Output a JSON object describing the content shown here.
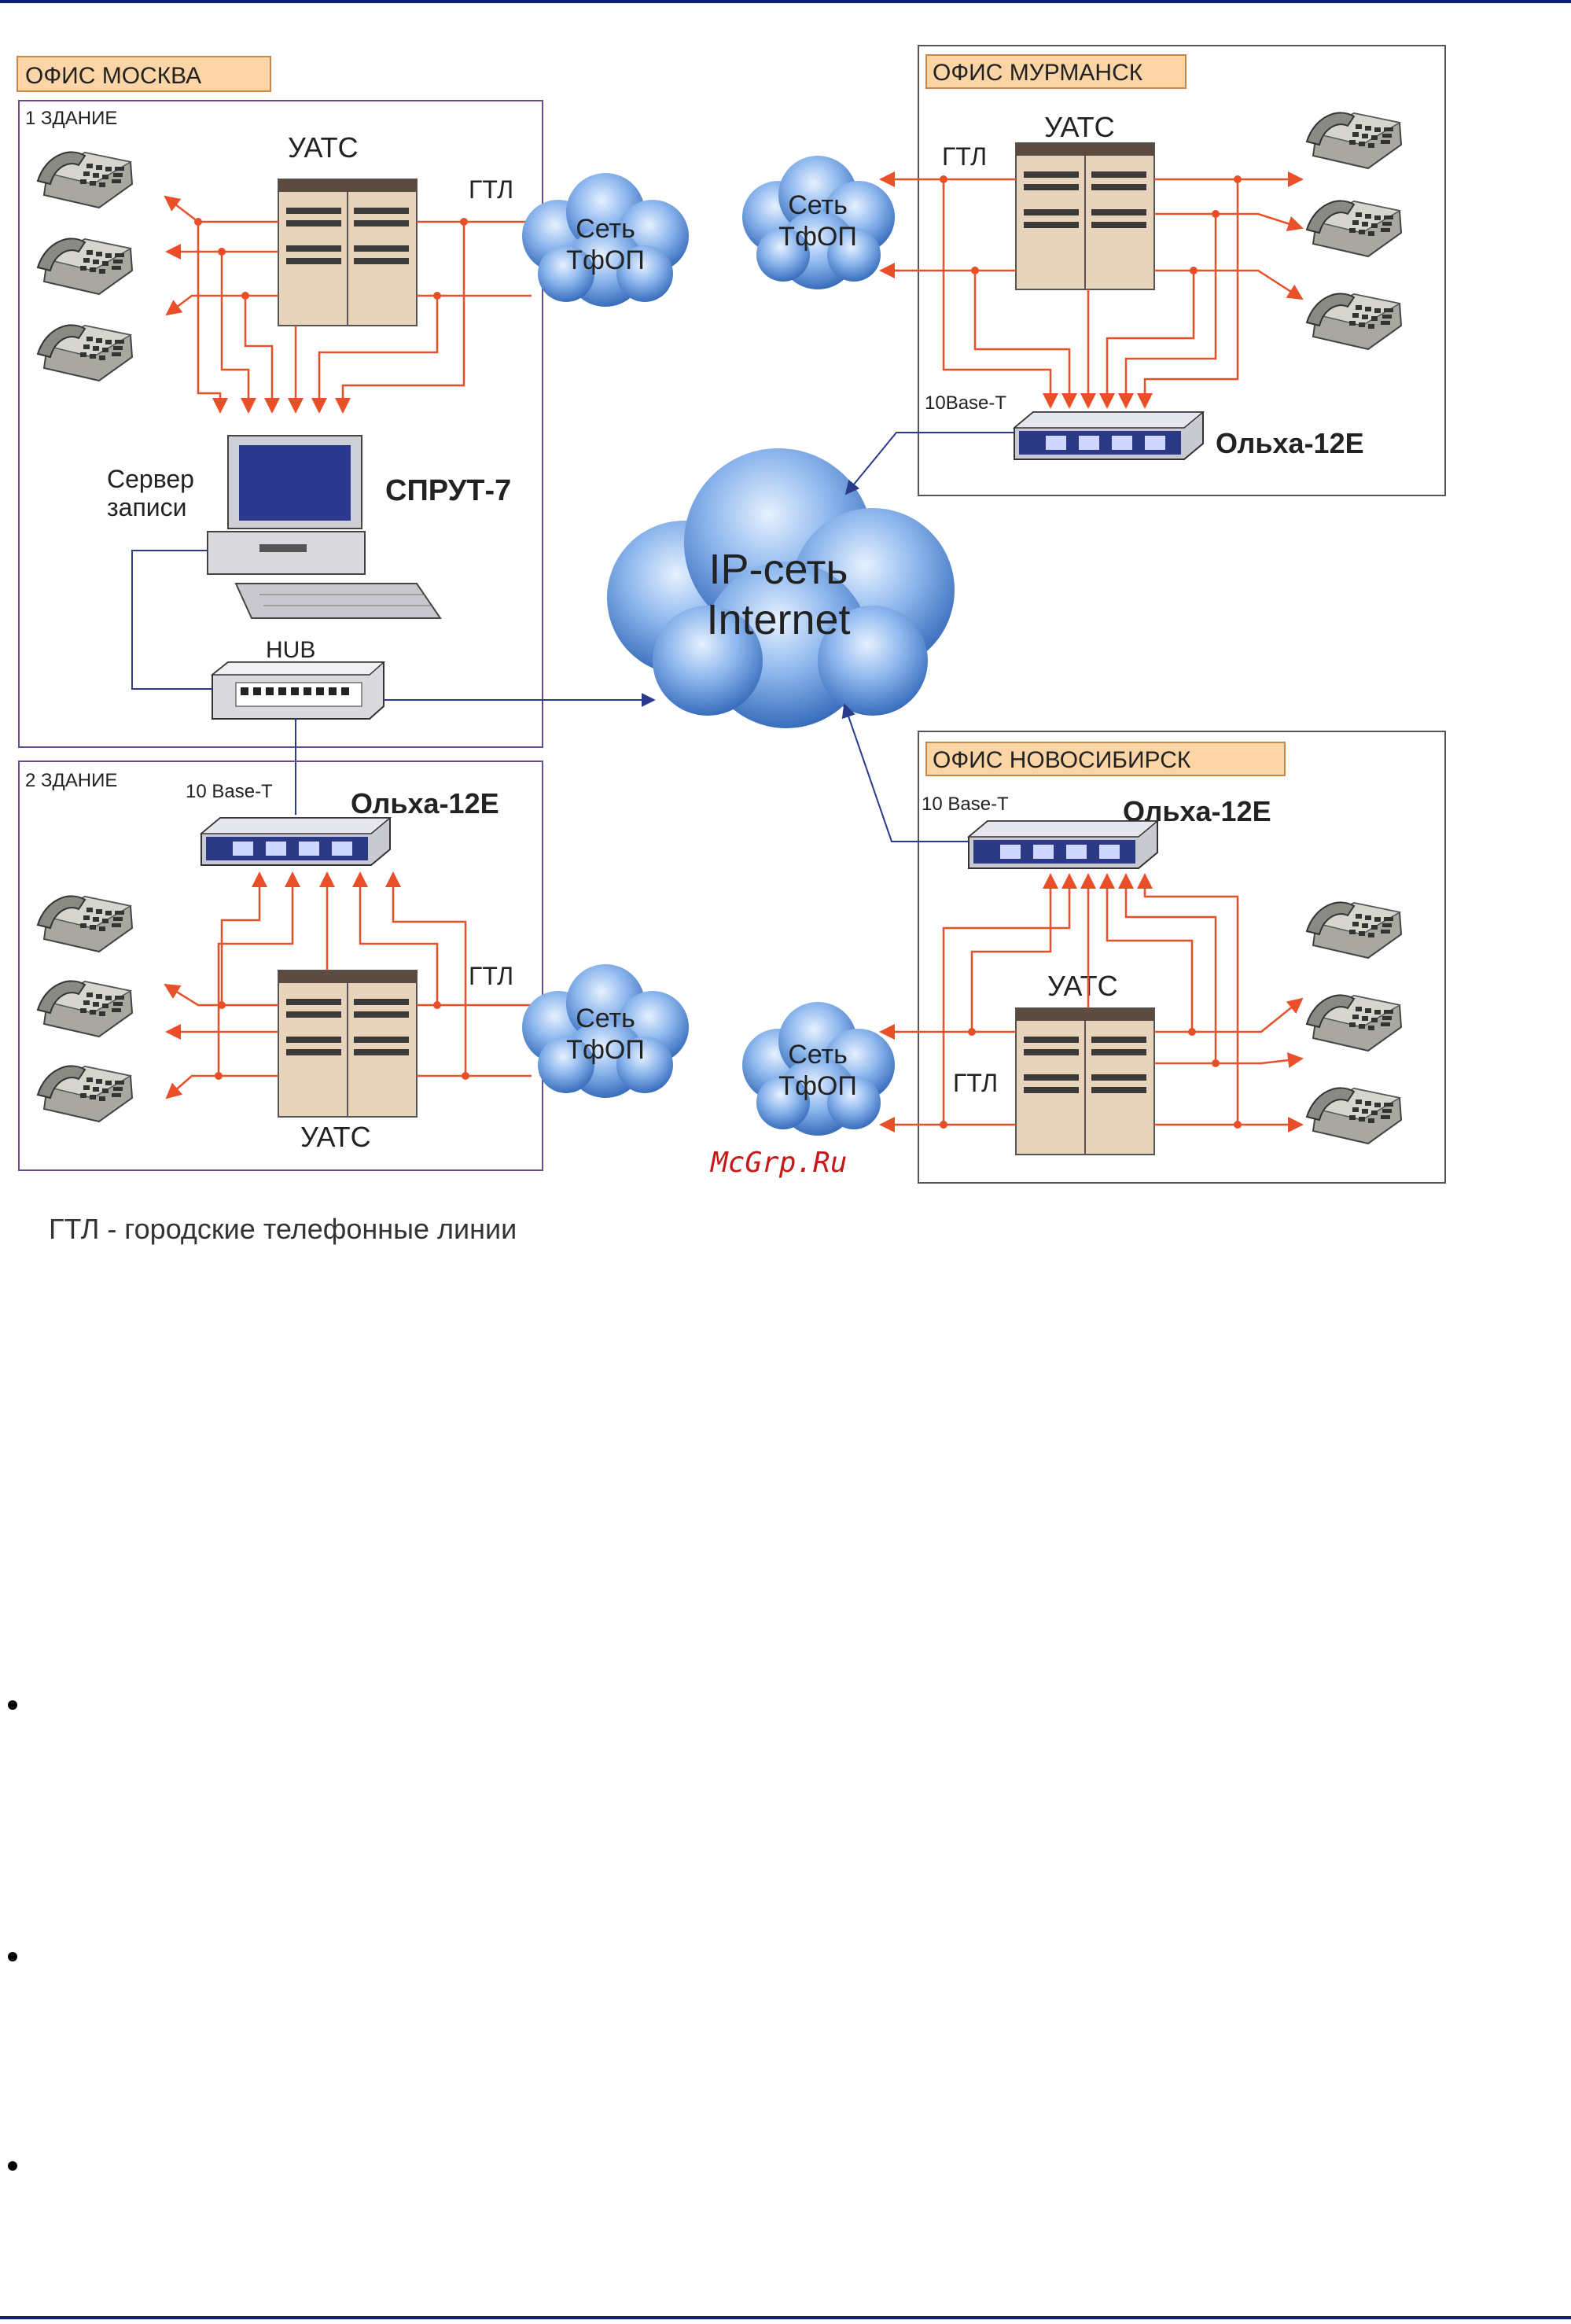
{
  "offices": {
    "moscow": {
      "title": "ОФИС МОСКВА",
      "building1": "1 ЗДАНИЕ",
      "building2": "2 ЗДАНИЕ",
      "pbx1": "УАТС",
      "pbx2": "УАТС",
      "gtl1": "ГТЛ",
      "gtl2": "ГТЛ",
      "server_label_line1": "Сервер",
      "server_label_line2": "записи",
      "product_name": "СПРУТ-7",
      "hub": "HUB",
      "base_t": "10 Base-T",
      "olha": "Ольха-12E",
      "pstn_line1": "Сеть",
      "pstn_line2": "ТфОП"
    },
    "murmansk": {
      "title": "ОФИС МУРМАНСК",
      "pbx": "УАТС",
      "gtl": "ГТЛ",
      "base_t": "10Base-T",
      "olha": "Ольха-12E",
      "pstn_line1": "Сеть",
      "pstn_line2": "ТфОП"
    },
    "novosibirsk": {
      "title": "ОФИС НОВОСИБИРСК",
      "pbx": "УАТС",
      "gtl": "ГТЛ",
      "base_t": "10 Base-T",
      "olha": "Ольха-12E",
      "pstn_line1": "Сеть",
      "pstn_line2": "ТфОП"
    }
  },
  "internet": {
    "line1": "IP-сеть",
    "line2": "Internet"
  },
  "watermark": "McGrp.Ru",
  "footnote": "ГТЛ - городские телефонные линии",
  "colors": {
    "wire": "#e8502a",
    "link": "#2a3a8c",
    "label_bg": "#fbd5a5",
    "cloud": "#3b78c9",
    "pbx": "#e6cdb4",
    "frame": "#6a4c93",
    "rule": "#0b1f7a"
  }
}
